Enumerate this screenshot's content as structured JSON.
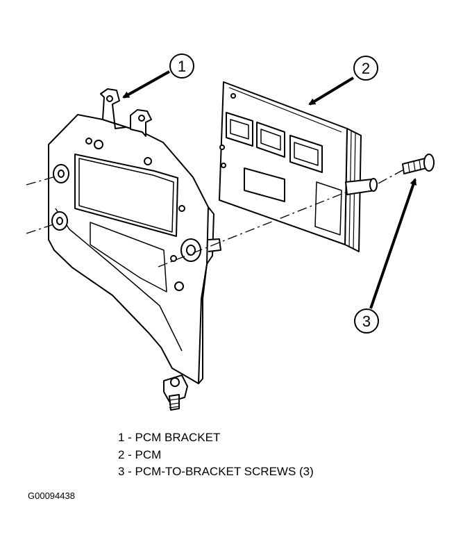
{
  "callouts": [
    {
      "number": "1"
    },
    {
      "number": "2"
    },
    {
      "number": "3"
    }
  ],
  "legend": [
    {
      "text": "1 - PCM BRACKET"
    },
    {
      "text": "2 - PCM"
    },
    {
      "text": "3 - PCM-TO-BRACKET SCREWS (3)"
    }
  ],
  "figure_id": "G00094438",
  "colors": {
    "line": "#000000",
    "background": "#ffffff"
  }
}
